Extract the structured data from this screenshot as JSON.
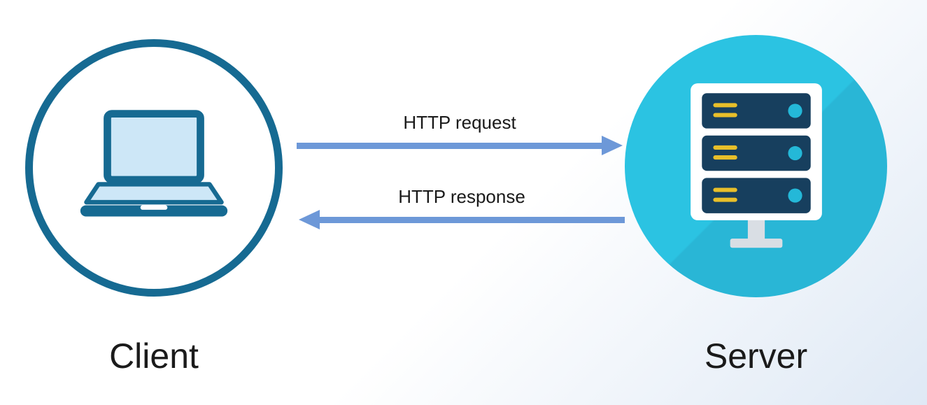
{
  "diagram": {
    "client": {
      "label": "Client",
      "icon": "laptop-icon"
    },
    "server": {
      "label": "Server",
      "icon": "server-rack-icon"
    },
    "arrows": {
      "request": {
        "label": "HTTP request",
        "direction": "left-to-right"
      },
      "response": {
        "label": "HTTP response",
        "direction": "right-to-left"
      }
    }
  },
  "colors": {
    "background_start": "#ffffff",
    "background_end": "#dfe9f5",
    "client_circle_border": "#166a92",
    "laptop_outline": "#166a92",
    "laptop_screen": "#cde7f7",
    "laptop_notch": "#ffffff",
    "server_circle_fill": "#2bc3e2",
    "server_circle_shadow": "#29b6d6",
    "server_body": "#ffffff",
    "server_unit": "#173f5e",
    "server_line": "#e8bf2a",
    "server_dot": "#24b8d8",
    "server_stand": "#d9dee4",
    "arrow": "#6d98d8",
    "text": "#1a1a1a"
  }
}
